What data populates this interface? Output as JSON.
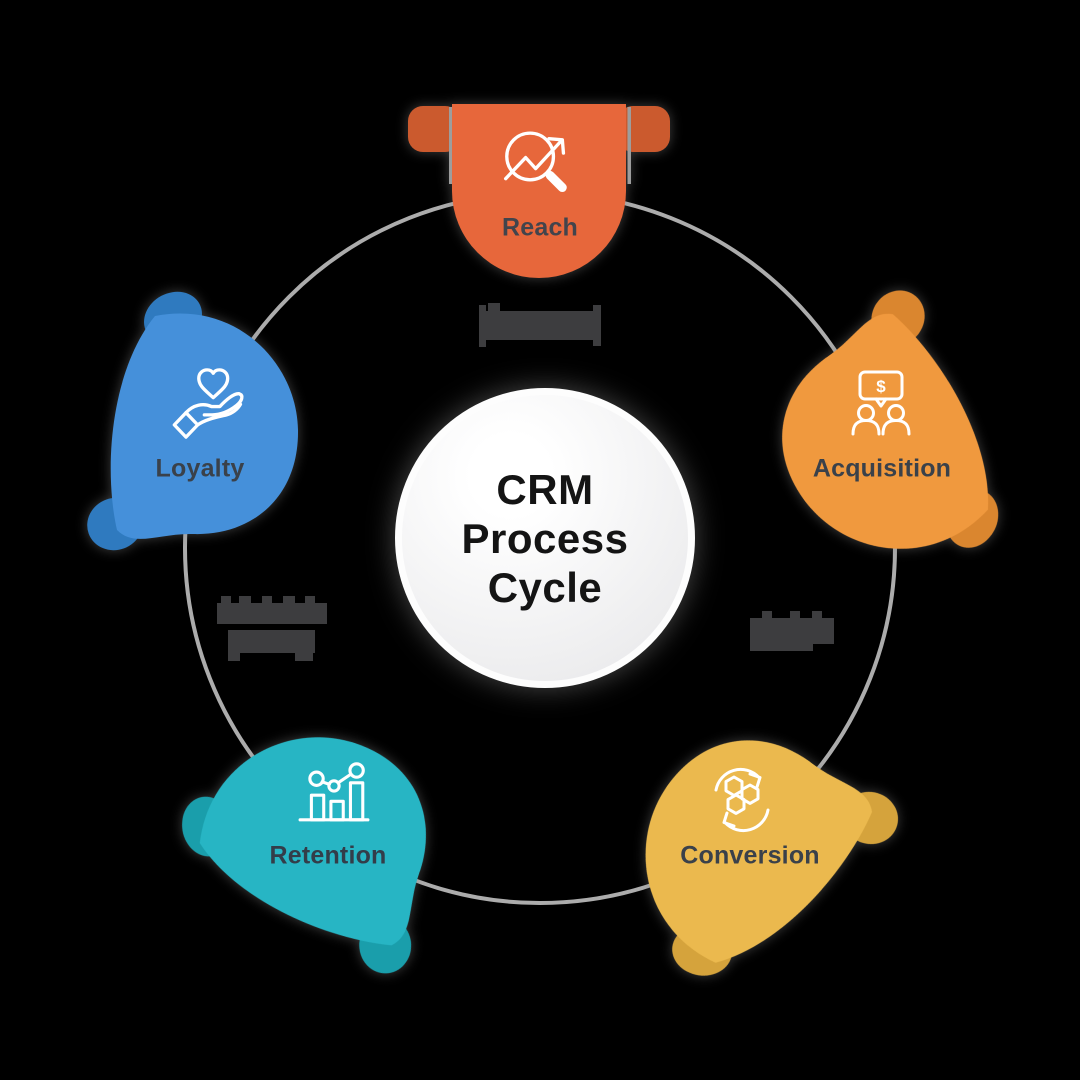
{
  "title": {
    "lines": [
      "CRM",
      "Process",
      "Cycle"
    ]
  },
  "stages": [
    {
      "id": "reach",
      "label": "Reach",
      "color": "#E7673B",
      "color_dark": "#CB5A2E",
      "icon": "magnifier-trend-icon"
    },
    {
      "id": "acquisition",
      "label": "Acquisition",
      "color": "#F0993E",
      "color_dark": "#DA862F",
      "icon": "people-dollar-chat-icon",
      "icon_text": "$"
    },
    {
      "id": "conversion",
      "label": "Conversion",
      "color": "#EBB94E",
      "color_dark": "#D5A33C",
      "icon": "hexagons-cycle-icon"
    },
    {
      "id": "retention",
      "label": "Retention",
      "color": "#27B5C4",
      "color_dark": "#1A9EAB",
      "icon": "growth-bar-chart-icon"
    },
    {
      "id": "loyalty",
      "label": "Loyalty",
      "color": "#4590DA",
      "color_dark": "#2F7ABF",
      "icon": "hand-heart-icon"
    }
  ],
  "redacted_blocks": [
    {
      "id": "top",
      "readable": false
    },
    {
      "id": "left",
      "readable": false
    },
    {
      "id": "right",
      "readable": false
    }
  ],
  "colors": {
    "background": "#000000",
    "ring": "#ACACAC",
    "stage_label_text": "#3A414A",
    "title_text": "#141414",
    "redacted": "#3D3D3F"
  }
}
